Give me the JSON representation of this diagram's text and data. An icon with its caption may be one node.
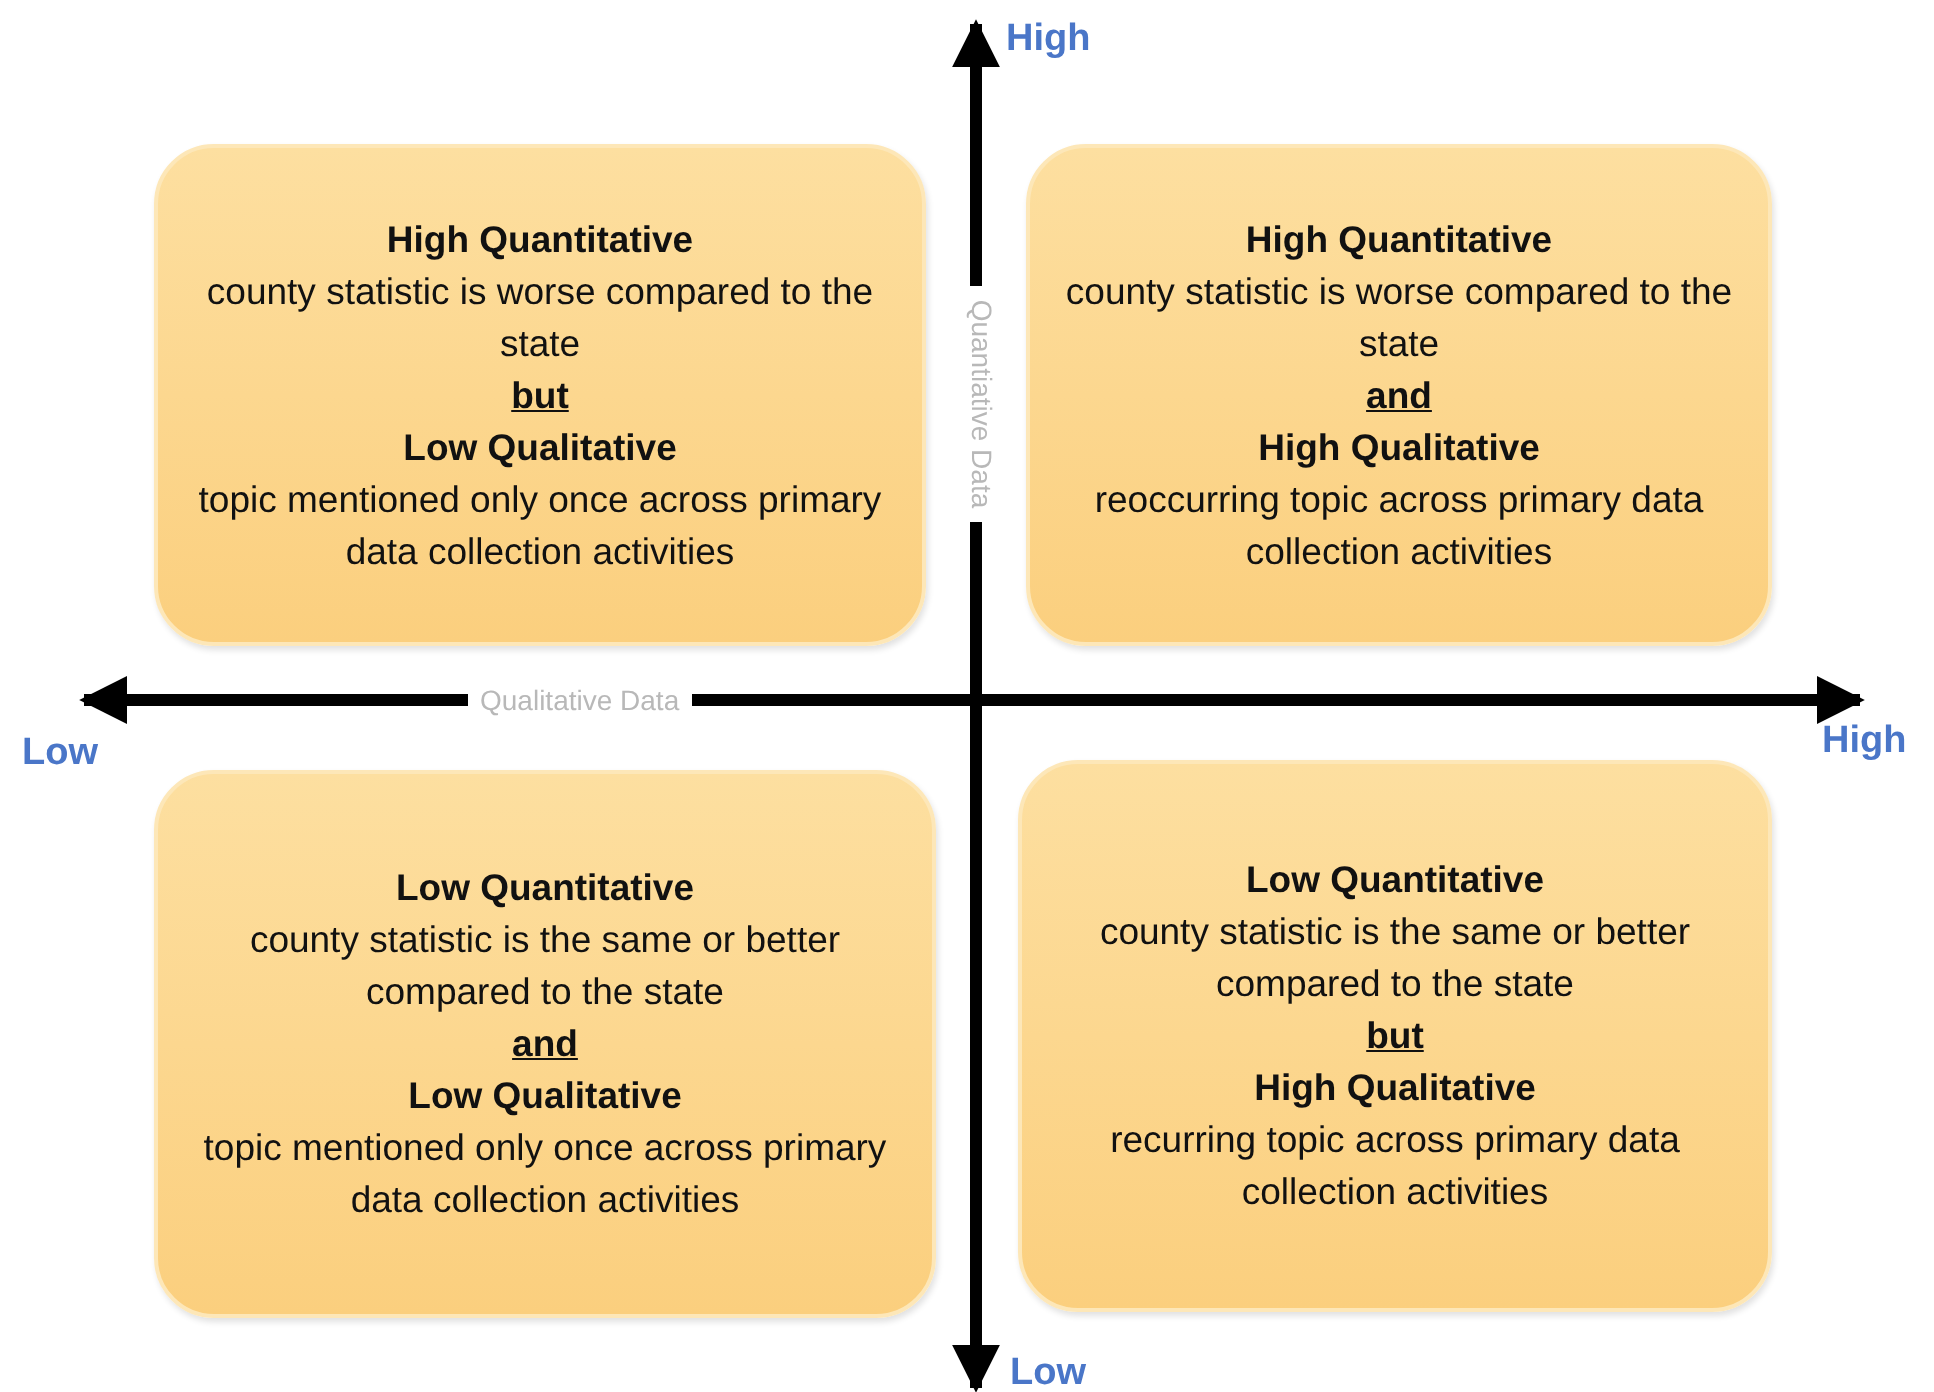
{
  "diagram": {
    "nodes": [
      {
        "text": [
          "High Quantitative",
          "county statistic is worse compared to the state",
          "but",
          "Low Qualitative",
          "topic mentioned only once across primary data collection activities"
        ]
      },
      {
        "text": [
          "High Quantitative",
          "county statistic is worse compared to the state",
          "and",
          "High Qualitative",
          "reoccurring topic across primary data collection activities"
        ]
      },
      {
        "text": [
          "Low Quantitative",
          "county statistic is the same or better compared to the state",
          "and",
          "Low Qualitative",
          "topic mentioned only once across primary data collection activities"
        ]
      },
      {
        "text": [
          "Low Quantitative",
          "county statistic is the same or better compared to the state",
          "but",
          "High Qualitative",
          "recurring topic across primary data collection activities"
        ]
      }
    ],
    "labels": [
      "High",
      "Quantiative Data",
      "Low",
      "Qualitative Data",
      "High",
      "Low"
    ]
  }
}
